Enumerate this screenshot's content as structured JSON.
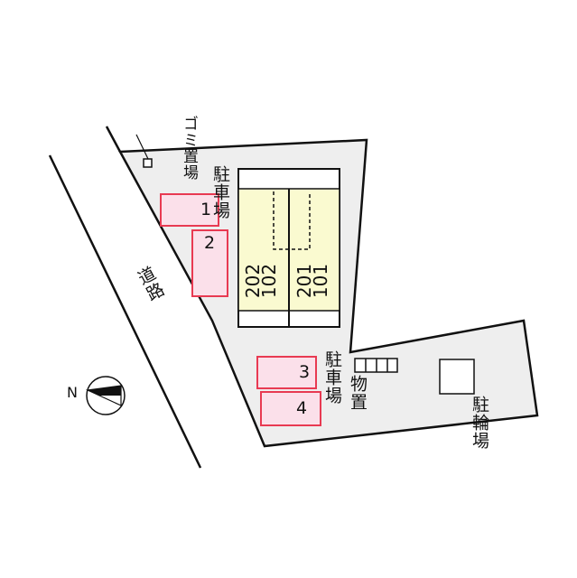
{
  "road_label": "道路",
  "north_label": "N",
  "garbage_label": "ゴミ置場",
  "parking_label_top": "駐車場",
  "parking_label_bottom": "駐車場",
  "storage_label": "物置",
  "bicycle_label": "駐輪場",
  "parking_spaces": [
    "1",
    "2",
    "3",
    "4"
  ],
  "units": {
    "left_upper": "202",
    "left_lower": "102",
    "right_upper": "201",
    "right_lower": "101"
  },
  "colors": {
    "parking_fill": "#fbe0ea",
    "parking_stroke": "#e83a52",
    "building_fill": "#fafad0",
    "lot_fill": "#eeeeee",
    "line": "#111111"
  }
}
